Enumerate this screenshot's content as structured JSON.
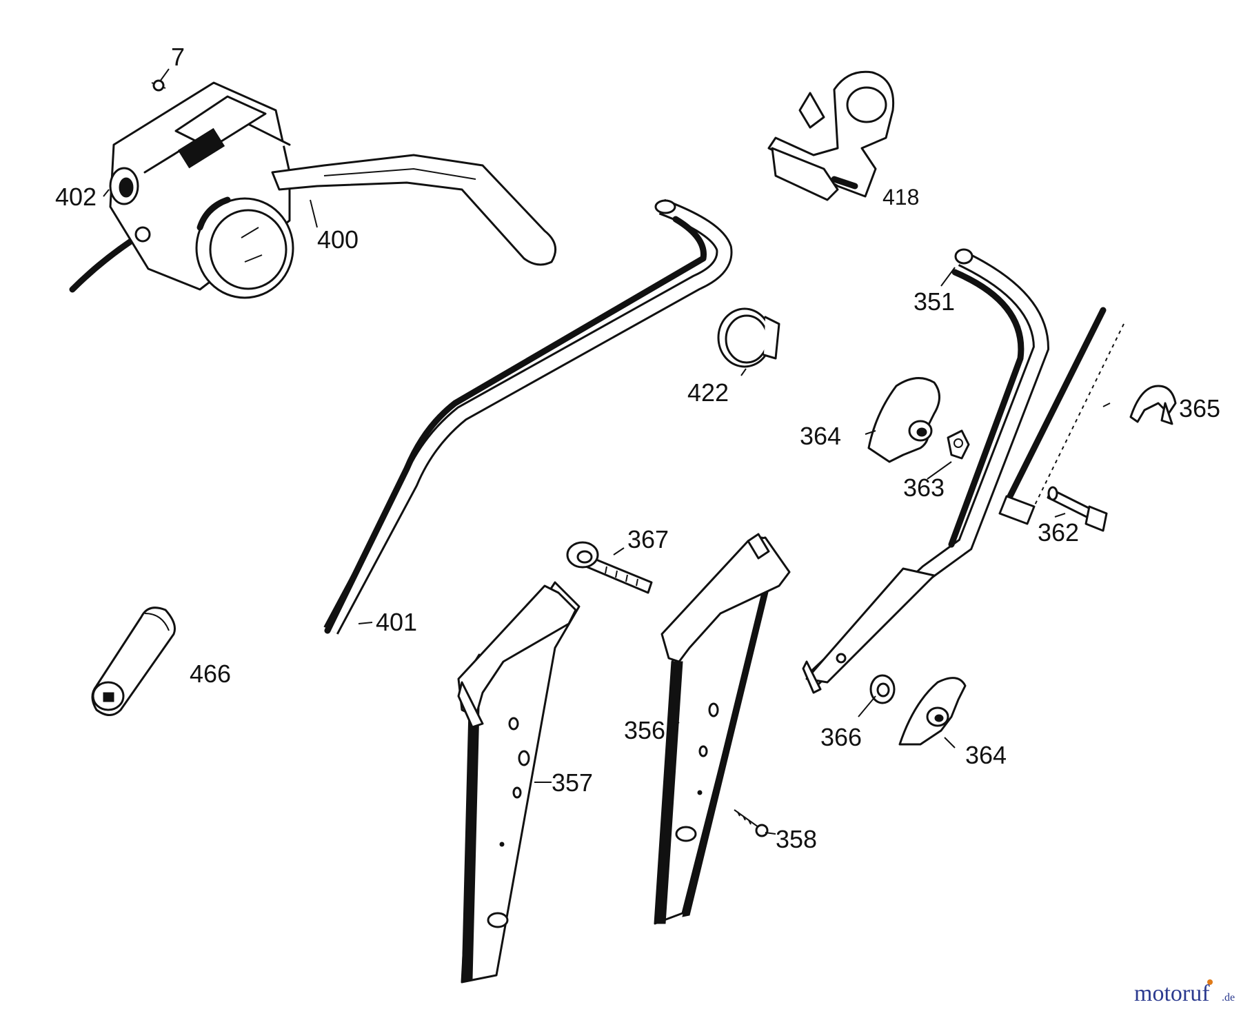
{
  "labels": {
    "p7": "7",
    "p402": "402",
    "p400": "400",
    "p418": "418",
    "p422": "422",
    "p351": "351",
    "p364a": "364",
    "p365": "365",
    "p363": "363",
    "p362": "362",
    "p367": "367",
    "p401": "401",
    "p466": "466",
    "p356": "356",
    "p357": "357",
    "p366": "366",
    "p364b": "364",
    "p358": "358"
  },
  "watermark": {
    "brand": "motoruf",
    "suffix": ".de",
    "colors": {
      "primary": "#2b3a8f",
      "accent": "#e07b1a"
    }
  }
}
